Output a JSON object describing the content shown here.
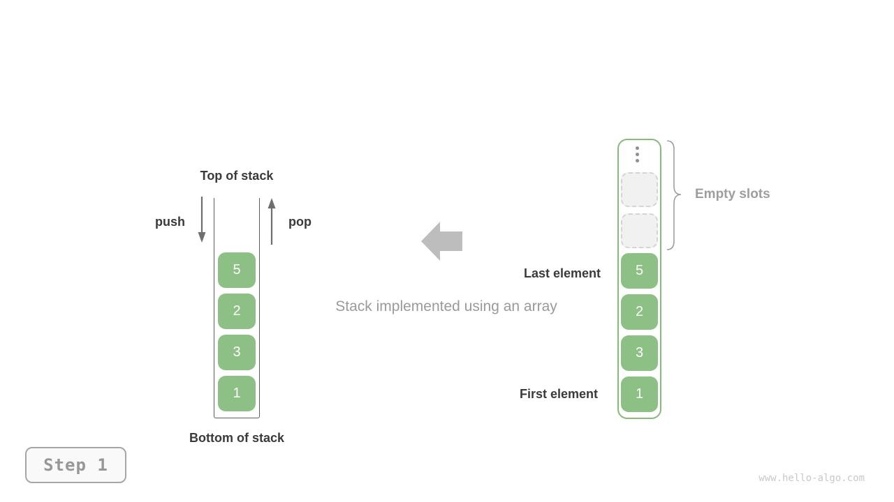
{
  "left_stack": {
    "top_label": "Top of stack",
    "bottom_label": "Bottom of stack",
    "push_label": "push",
    "pop_label": "pop",
    "values": [
      "5",
      "2",
      "3",
      "1"
    ]
  },
  "center": {
    "caption": "Stack implemented using an array",
    "arrow_icon": "block-arrow-left"
  },
  "right_array": {
    "ellipsis_icon": "vertical-ellipsis",
    "empty_slots_label": "Empty slots",
    "empty_slot_count": 2,
    "last_element_label": "Last element",
    "first_element_label": "First element",
    "values": [
      "5",
      "2",
      "3",
      "1"
    ]
  },
  "footer": {
    "step_label": "Step 1",
    "site": "www.hello-algo.com"
  },
  "colors": {
    "element_green": "#8cc084",
    "frame_green": "#84bb78",
    "dark_label": "#3a3a3a",
    "gray_label": "#9e9e9e",
    "block_arrow_gray": "#bdbdbd",
    "arrow_stroke": "#6e6e6e",
    "empty_slot_fill": "#f1f1f1",
    "empty_slot_border": "#d4d4d4",
    "url_gray": "#c9c9c9"
  }
}
